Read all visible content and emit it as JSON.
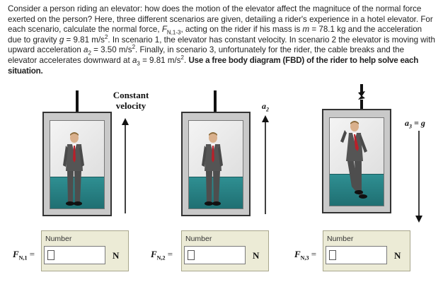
{
  "problem": {
    "intro": "Consider a person riding an elevator: how does the motion of the elevator affect the magnituce of the normal force exerted on the person? Here, three different scenarios are given, detailing a rider's experience in a hotel elevator. For each scenario, calculate the normal force, ",
    "fn_symbol": "F",
    "fn_sub": "N,1-3",
    "after_fn": ", acting on the rider if his mass is ",
    "m_symbol": "m",
    "mass_text": " = 78.1 kg and the acceleration due to gravity ",
    "g_symbol": "g",
    "g_text": " = 9.81  m/s",
    "g_exp": "2",
    "scenario1": ". In scenario 1, the elevator has constant velocity. In scenario 2 the elevator is moving with upward acceleration ",
    "a2_symbol": "a",
    "a2_sub": "2",
    "a2_text": " = 3.50 m/s",
    "a2_exp": "2",
    "scenario3": ". Finally, in scenario 3, unfortunately for the rider, the cable breaks and the elevator accelerates downward at ",
    "a3_symbol": "a",
    "a3_sub": "3",
    "a3_text": " = 9.81 m/s",
    "a3_exp": "2",
    "period": ". ",
    "instruction": "Use a free body diagram (FBD) of the rider to help solve each situation."
  },
  "scenes": [
    {
      "label_line1": "Constant",
      "label_line2": "velocity",
      "acc_label": "",
      "acc_sub": "",
      "acc_suffix": ""
    },
    {
      "label_line1": "",
      "label_line2": "",
      "acc_label": "a",
      "acc_sub": "2",
      "acc_suffix": ""
    },
    {
      "label_line1": "",
      "label_line2": "",
      "acc_label": "a",
      "acc_sub": "3",
      "acc_suffix": " = g"
    }
  ],
  "answers": [
    {
      "fn_symbol": "F",
      "fn_sub": "N,1",
      "eq": " =",
      "number_label": "Number",
      "value": "",
      "unit": "N"
    },
    {
      "fn_symbol": "F",
      "fn_sub": "N,2",
      "eq": " =",
      "number_label": "Number",
      "value": "",
      "unit": "N"
    },
    {
      "fn_symbol": "F",
      "fn_sub": "N,3",
      "eq": " =",
      "number_label": "Number",
      "value": "",
      "unit": "N"
    }
  ],
  "colors": {
    "floor": "#2f8f92",
    "answer_box": "#ecebd6",
    "suit": "#555555",
    "tie": "#b8202a"
  }
}
